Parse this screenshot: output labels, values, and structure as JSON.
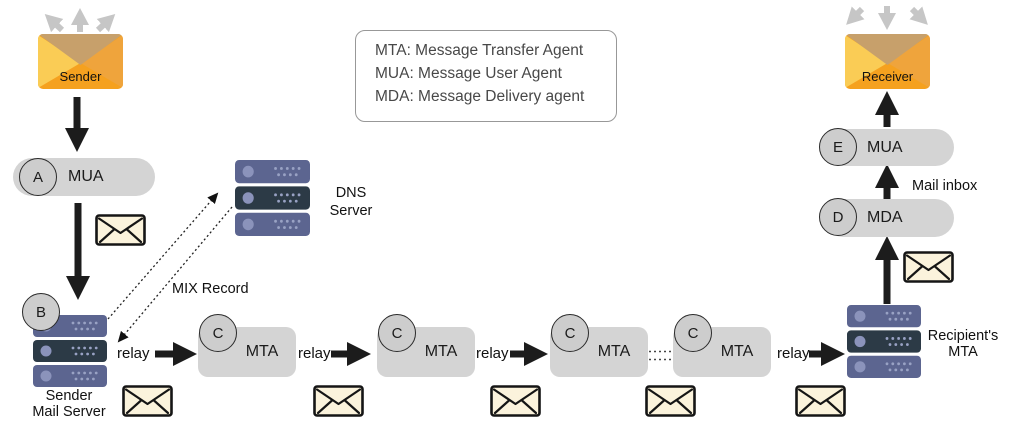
{
  "colors": {
    "envelope_orange": "#F5A11F",
    "envelope_flap_tan": "#C7A06B",
    "envelope_left_yellow": "#FACC55",
    "envelope_right_orange": "#EFA43C",
    "mail_envelope_cream": "#FBF3DC",
    "server_slate_blue": "#5C6590",
    "server_dark_navy": "#2C3A46",
    "server_dot_periwinkle": "#99A2C4",
    "node_pill_gray": "#D4D4D4",
    "arrow_black": "#1C1C1C",
    "arrow_light_gray": "#C6C6C6"
  },
  "legend": {
    "line1": "MTA: Message Transfer Agent",
    "line2": "MUA: Message User Agent",
    "line3": "MDA: Message Delivery agent"
  },
  "sender": {
    "label": "Sender"
  },
  "receiver": {
    "label": "Receiver"
  },
  "labels": {
    "relay": "relay",
    "mix_record": "MIX Record",
    "mail_inbox": "Mail inbox",
    "dns_line1": "DNS",
    "dns_line2": "Server",
    "sender_server_line1": "Sender",
    "sender_server_line2": "Mail Server",
    "recipient_mta_line1": "Recipient's",
    "recipient_mta_line2": "MTA"
  },
  "nodes": {
    "mua_sender": {
      "letter": "A",
      "label": "MUA"
    },
    "mail_server": {
      "letter": "B"
    },
    "mda": {
      "letter": "D",
      "label": "MDA"
    },
    "mua_receiver": {
      "letter": "E",
      "label": "MUA"
    }
  },
  "mta_chain": [
    {
      "letter": "C",
      "label": "MTA"
    },
    {
      "letter": "C",
      "label": "MTA"
    },
    {
      "letter": "C",
      "label": "MTA"
    },
    {
      "letter": "C",
      "label": "MTA"
    }
  ]
}
